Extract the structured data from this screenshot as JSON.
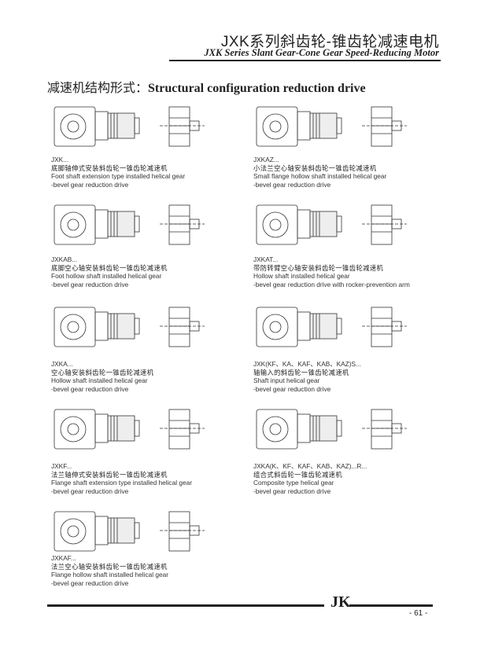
{
  "header": {
    "title_cn": "JXK系列斜齿轮-锥齿轮减速电机",
    "title_en": "JXK Series Slant Gear-Cone Gear Speed-Reducing Motor"
  },
  "section": {
    "title_cn": "减速机结构形式：",
    "title_en": "Structural configuration reduction drive"
  },
  "items": [
    {
      "code": "JXK...",
      "cn": "底脚轴伸式安装斜齿轮一锥齿轮减速机",
      "en1": "Foot shaft extension type installed helical gear",
      "en2": "-bevel gear reduction drive"
    },
    {
      "code": "JXKAZ...",
      "cn": "小法兰空心轴安装斜齿轮一锥齿轮减速机",
      "en1": "Small flange hollow shaft installed helical gear",
      "en2": "-bevel gear reduction drive"
    },
    {
      "code": "JXKAB...",
      "cn": "底脚空心轴安装斜齿轮一锥齿轮减速机",
      "en1": "Foot hollow shaft installed helical gear",
      "en2": "-bevel gear reduction drive"
    },
    {
      "code": "JXKAT...",
      "cn": "带防转臂空心轴安装斜齿轮一锥齿轮减速机",
      "en1": "Hollow shaft installed helical gear",
      "en2": "-bevel gear reduction drive with rocker-prevention arm"
    },
    {
      "code": "JXKA...",
      "cn": "空心轴安装斜齿轮一锥齿轮减速机",
      "en1": "Hollow shaft installed helical gear",
      "en2": "-bevel gear reduction drive"
    },
    {
      "code": "JXK(KF、KA、KAF、KAB、KAZ)S...",
      "cn": "轴输入的斜齿轮一锥齿轮减速机",
      "en1": "Shaft input helical gear",
      "en2": "-bevel gear reduction drive"
    },
    {
      "code": "JXKF...",
      "cn": "法兰轴伸式安装斜齿轮一锥齿轮减速机",
      "en1": "Flange shaft extension type installed helical gear",
      "en2": "-bevel gear reduction drive"
    },
    {
      "code": "JXKA(K、KF、KAF、KAB、KAZ)...R...",
      "cn": "组合式斜齿轮一锥齿轮减速机",
      "en1": "Composite type helical gear",
      "en2": "-bevel gear reduction drive"
    },
    {
      "code": "JXKAF...",
      "cn": "法兰空心轴安装斜齿轮一锥齿轮减速机",
      "en1": "Flange hollow shaft installed helical gear",
      "en2": "-bevel gear reduction drive"
    }
  ],
  "footer": {
    "logo": "JK",
    "page": "- 61 -"
  }
}
